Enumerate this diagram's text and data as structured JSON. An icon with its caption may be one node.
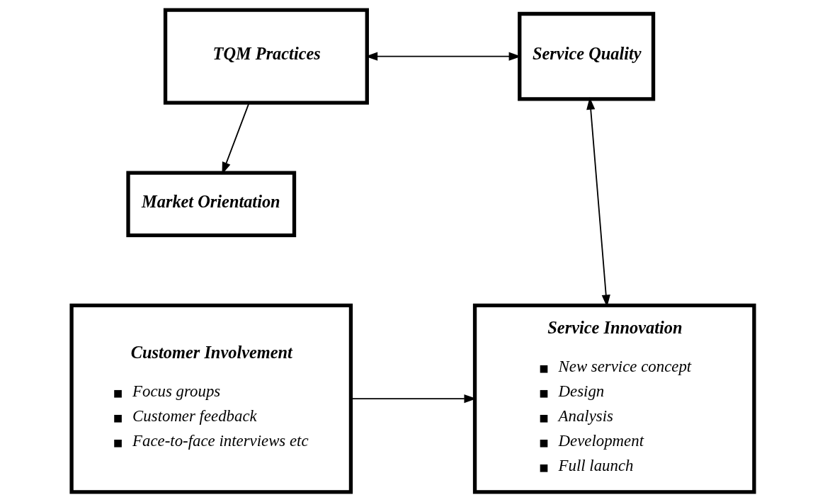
{
  "diagram": {
    "nodes": [
      {
        "text": [
          "TQM Practices"
        ]
      },
      {
        "text": [
          "Service Quality"
        ]
      },
      {
        "text": [
          "Market Orientation"
        ]
      },
      {
        "text": [
          "Customer Involvement",
          "Focus groups",
          "Customer feedback",
          "Face-to-face interviews etc"
        ]
      },
      {
        "text": [
          "Service Innovation",
          "New service concept",
          "Design",
          "Analysis",
          "Development",
          "Full launch"
        ]
      }
    ],
    "edges": [
      {
        "from": 0,
        "to": 1,
        "arrow": "both"
      },
      {
        "from": 0,
        "to": 2,
        "arrow": "to"
      },
      {
        "from": 1,
        "to": 4,
        "arrow": "both"
      },
      {
        "from": 3,
        "to": 4,
        "arrow": "to"
      }
    ]
  }
}
